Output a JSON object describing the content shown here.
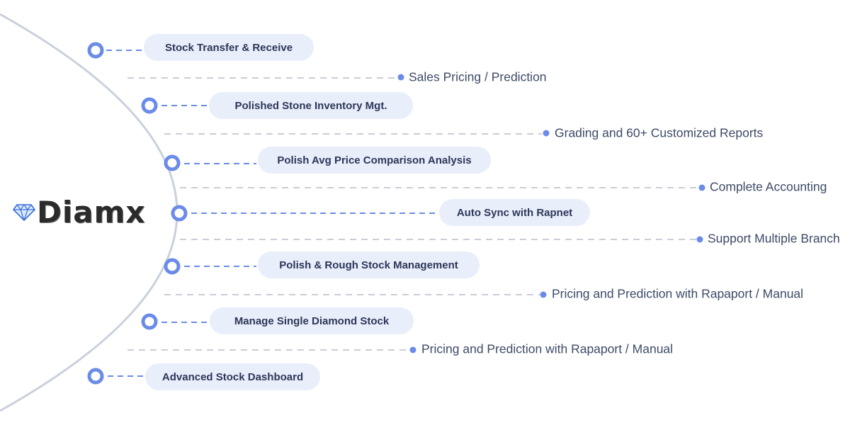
{
  "brand": {
    "name": "Diamx",
    "icon": "diamond-icon",
    "accent": "#6b8be8",
    "arc_color": "#c9d1dc",
    "dash_color": "#c9cdd6"
  },
  "features": [
    {
      "label": "Stock Transfer & Receive"
    },
    {
      "label": "Polished Stone Inventory Mgt."
    },
    {
      "label": "Polish Avg Price Comparison Analysis"
    },
    {
      "label": "Auto Sync with Rapnet"
    },
    {
      "label": "Polish & Rough Stock Management"
    },
    {
      "label": "Manage Single Diamond Stock"
    },
    {
      "label": "Advanced Stock Dashboard"
    }
  ],
  "extras": [
    {
      "label": "Sales Pricing / Prediction"
    },
    {
      "label": "Grading and 60+ Customized Reports"
    },
    {
      "label": "Complete Accounting"
    },
    {
      "label": "Support Multiple Branch"
    },
    {
      "label": "Pricing and Prediction with Rapaport / Manual"
    },
    {
      "label": "Pricing and Prediction with Rapaport / Manual"
    }
  ]
}
